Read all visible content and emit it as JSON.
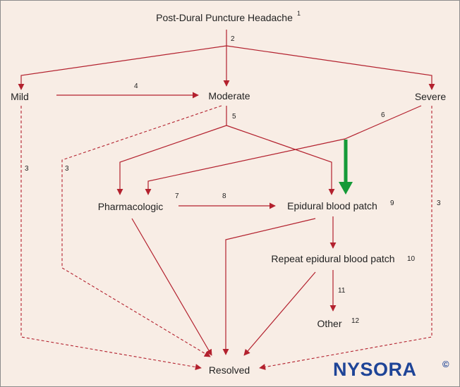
{
  "nodes": {
    "root": {
      "label": "Post-Dural Puncture Headache",
      "note": "1"
    },
    "mild": {
      "label": "Mild"
    },
    "moderate": {
      "label": "Moderate"
    },
    "severe": {
      "label": "Severe"
    },
    "pharmacologic": {
      "label": "Pharmacologic"
    },
    "epidural": {
      "label": "Epidural blood patch",
      "note": "9"
    },
    "repeat": {
      "label": "Repeat epidural blood patch",
      "note": "10"
    },
    "other": {
      "label": "Other",
      "note": "12"
    },
    "resolved": {
      "label": "Resolved"
    }
  },
  "edge_labels": {
    "root_split": "2",
    "mild_resolved": "3",
    "moderate_resolved": "3",
    "severe_resolved": "3",
    "mild_moderate": "4",
    "moderate_split": "5",
    "severe_split": "6",
    "pharmacologic_left": "7",
    "pharmacologic_epidural": "8",
    "repeat_other": "11"
  },
  "logo": {
    "text": "NYSORA",
    "mark": "©"
  },
  "colors": {
    "background": "#f8ede5",
    "arrow": "#b3212e",
    "highlight_arrow": "#159a38",
    "text": "#222222",
    "logo": "#1e4497"
  }
}
